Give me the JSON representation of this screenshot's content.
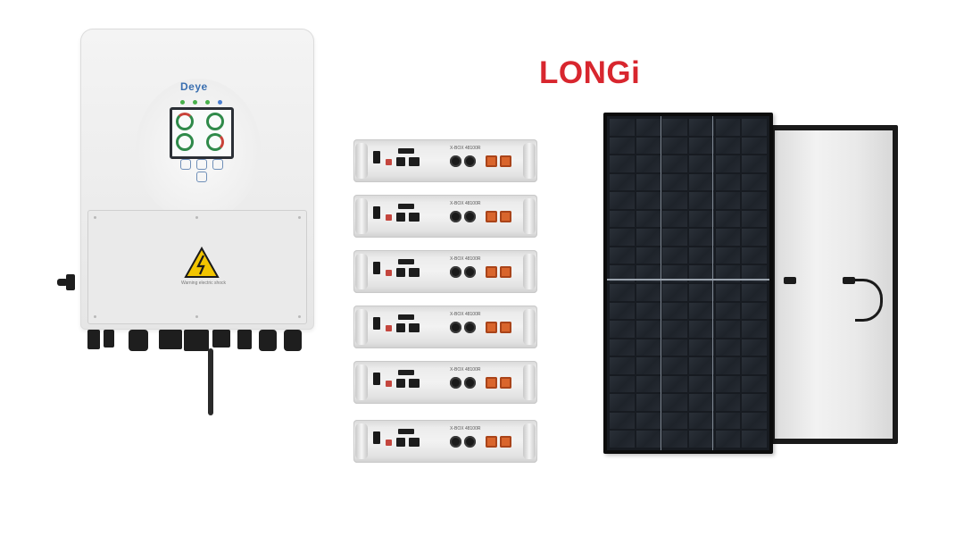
{
  "inverter": {
    "brand": "Deye",
    "warning_label": "Warning electric shock"
  },
  "batteries": {
    "count": 6,
    "model_label": "X-BOX 48100R"
  },
  "solar_panel": {
    "brand": "LONGi",
    "cell_columns": 6,
    "cell_rows": 18
  },
  "colors": {
    "longi_red": "#d8262e",
    "battery_terminal_orange": "#d9652c",
    "inverter_screen_green": "#2f8a4a"
  }
}
